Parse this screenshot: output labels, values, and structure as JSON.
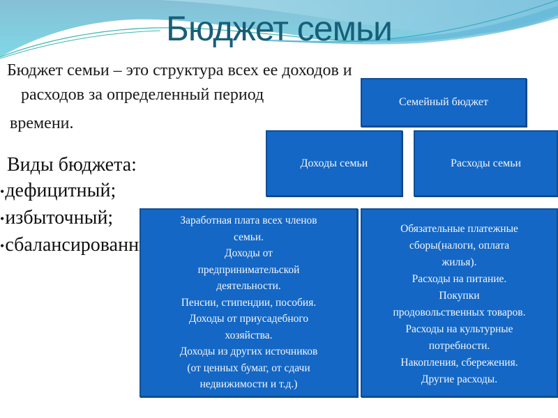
{
  "slide": {
    "title": "Бюджет семьи",
    "definition": {
      "line1": "Бюджет семьи – это структура всех ее доходов и",
      "line2": "расходов за определенный период",
      "line3": "времени."
    },
    "budget_types": {
      "heading": "Виды бюджета:",
      "items": [
        "дефицитный;",
        "избыточный;",
        "сбалансированный."
      ]
    },
    "diagram": {
      "root": "Семейный бюджет",
      "income": {
        "label": "Доходы семьи",
        "details": "Заработная плата всех членов\nсемьи.\nДоходы от\nпредпринимательской\nдеятельности.\nПенсии, стипендии, пособия.\nДоходы от приусадебного\nхозяйства.\nДоходы из других источников\n(от ценных бумаг, от сдачи\nнедвижимости и т.д.)"
      },
      "expenses": {
        "label": "Расходы семьи",
        "details": "Обязательные платежные\nсборы(налоги, оплата\nжилья).\nРасходы на питание.\nПокупки\nпродовольственных товаров.\nРасходы на культурные\nпотребности.\nНакопления, сбережения.\nДругие расходы."
      }
    },
    "colors": {
      "title": "#175f78",
      "box_fill": "#1467c4",
      "box_border": "#0f4f96",
      "box_text": "#f3f6fb",
      "bg_top": "#8ec9dc"
    }
  }
}
